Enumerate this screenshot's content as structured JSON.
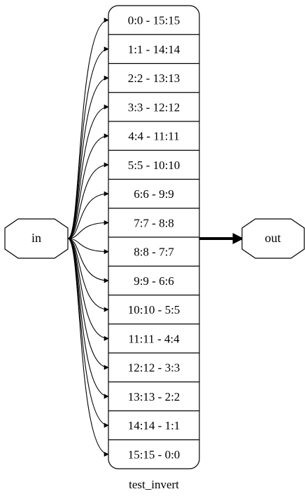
{
  "diagram": {
    "graph_label": "test_invert",
    "input_node": "in",
    "output_node": "out",
    "mapping_cells": [
      "0:0 - 15:15",
      "1:1 - 14:14",
      "2:2 - 13:13",
      "3:3 - 12:12",
      "4:4 - 11:11",
      "5:5 - 10:10",
      "6:6 - 9:9",
      "7:7 - 8:8",
      "8:8 - 7:7",
      "9:9 - 6:6",
      "10:10 - 5:5",
      "11:11 - 4:4",
      "12:12 - 3:3",
      "13:13 - 2:2",
      "14:14 - 1:1",
      "15:15 - 0:0"
    ],
    "colors": {
      "stroke": "#000000",
      "background": "#ffffff"
    }
  }
}
